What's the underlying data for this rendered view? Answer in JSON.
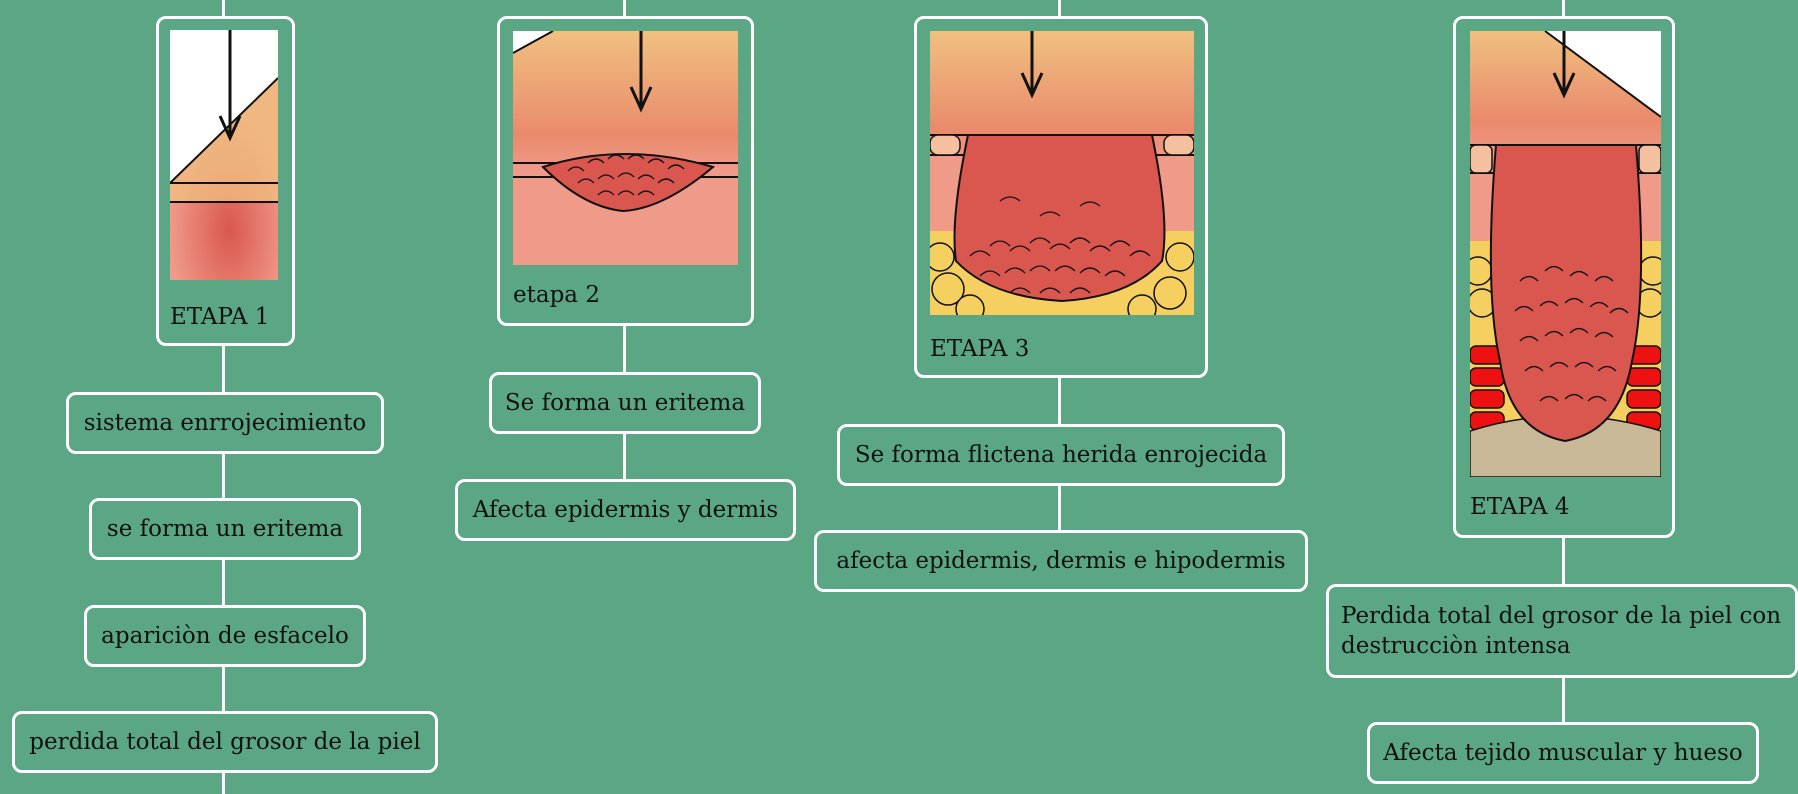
{
  "stages": [
    {
      "caption": "ETAPA 1",
      "items": [
        "sistema enrrojecimiento",
        "se forma un eritema",
        "apariciòn de esfacelo",
        "perdida total del grosor de la piel"
      ]
    },
    {
      "caption": "etapa 2",
      "items": [
        "Se forma un eritema",
        "Afecta epidermis y dermis"
      ]
    },
    {
      "caption": "ETAPA 3",
      "items": [
        "Se forma flictena herida enrojecida",
        "afecta epidermis, dermis e hipodermis"
      ]
    },
    {
      "caption": "ETAPA 4",
      "items": [
        "Perdida total del grosor de la piel con destrucciòn intensa",
        "Afecta tejido muscular y hueso"
      ]
    }
  ],
  "colors": {
    "background": "#5aa685",
    "border": "#ffffff",
    "skin_top": "#f0c080",
    "skin_red": "#d9574e",
    "skin_pink": "#f09a8a",
    "fat": "#f5d060",
    "muscle": "#ee1111",
    "bone": "#c8b898"
  }
}
